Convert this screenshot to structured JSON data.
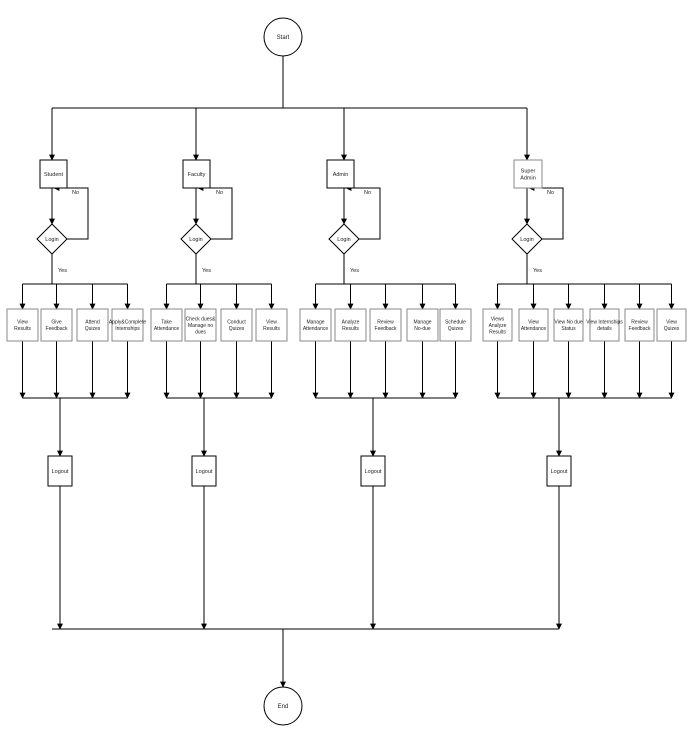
{
  "start": "Start",
  "end": "End",
  "roles": [
    {
      "name": [
        "Student"
      ],
      "login": "Login",
      "no": "No",
      "yes": "Yes",
      "logout": "Logout",
      "features": [
        [
          "View",
          "Results"
        ],
        [
          "Give",
          "Feedback"
        ],
        [
          "Attend",
          "Quizes"
        ],
        [
          "Apply&Complete",
          "Internships"
        ]
      ]
    },
    {
      "name": [
        "Faculty"
      ],
      "login": "Login",
      "no": "No",
      "yes": "Yes",
      "logout": "Logout",
      "features": [
        [
          "Take",
          "Attendance"
        ],
        [
          "Check dues&",
          "Manage no",
          "dues"
        ],
        [
          "Conduct",
          "Quizes"
        ],
        [
          "View",
          "Results"
        ]
      ]
    },
    {
      "name": [
        "Admin"
      ],
      "login": "Login",
      "no": "No",
      "yes": "Yes",
      "logout": "Logout",
      "features": [
        [
          "Manage",
          "Attendance"
        ],
        [
          "Analyze",
          "Results"
        ],
        [
          "Review",
          "Feedback"
        ],
        [
          "Manage",
          "No-due"
        ],
        [
          "Schedule",
          "Quizes"
        ]
      ]
    },
    {
      "name": [
        "Super",
        "Admin"
      ],
      "login": "Login",
      "no": "No",
      "yes": "Yes",
      "logout": "Logout",
      "features": [
        [
          "Views",
          "Analyze",
          "Results"
        ],
        [
          "View",
          "Attendance"
        ],
        [
          "View No due",
          "Status"
        ],
        [
          "View Internships",
          "details"
        ],
        [
          "Review",
          "Feedback"
        ],
        [
          "View",
          "Quizes"
        ]
      ]
    }
  ]
}
